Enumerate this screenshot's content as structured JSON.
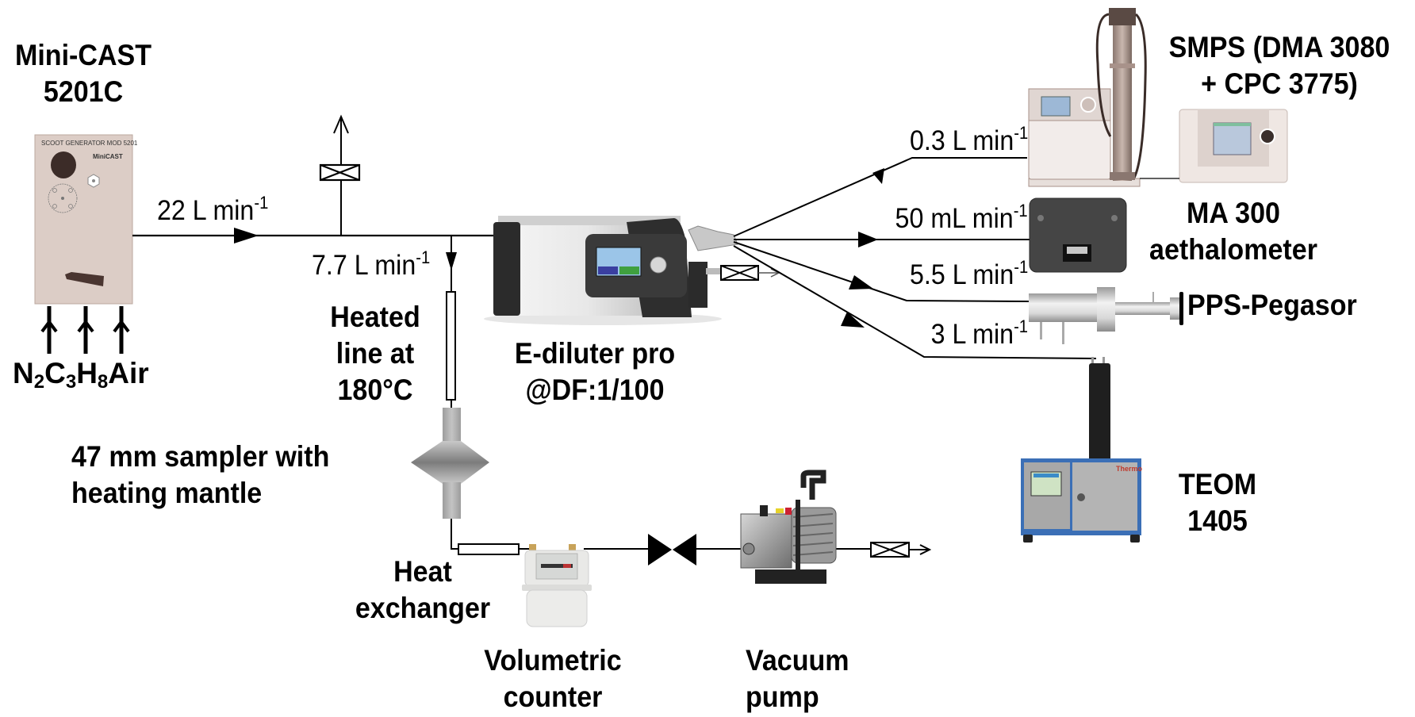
{
  "diagram": {
    "title": "Experimental setup schematic",
    "components": {
      "minicast": {
        "label_line1": "Mini-CAST",
        "label_line2": "5201C",
        "panel_text": "SCOOT GENERATOR MOD 5201",
        "panel_brand": "MiniCAST",
        "color": "#dccdc6"
      },
      "gases": [
        {
          "symbol": "N",
          "sub": "2"
        },
        {
          "symbol": "C",
          "sub": "3"
        },
        {
          "symbol": "H",
          "sub": "8"
        },
        {
          "symbol": "Air",
          "sub": ""
        }
      ],
      "heated_line": {
        "line1": "Heated",
        "line2": "line at",
        "line3": "180°C"
      },
      "sampler": {
        "line1": "47 mm sampler with",
        "line2": "heating mantle"
      },
      "heat_exchanger": {
        "line1": "Heat",
        "line2": "exchanger"
      },
      "volumetric_counter": {
        "line1": "Volumetric",
        "line2": "counter"
      },
      "vacuum_pump": {
        "line1": "Vacuum",
        "line2": "pump"
      },
      "ediluter": {
        "line1": "E-diluter pro",
        "line2": "@DF:1/100",
        "display_button_left_color": "#3a3fa0",
        "display_button_right_color": "#3fa03f"
      },
      "smps": {
        "line1": "SMPS (DMA 3080",
        "line2": "+ CPC 3775)"
      },
      "ma300": {
        "line1": "MA 300",
        "line2": "aethalometer"
      },
      "pps": {
        "label": "PPS-Pegasor"
      },
      "teom": {
        "line1": "TEOM",
        "line2": "1405",
        "brand": "Thermo",
        "brand_color": "#c0392b",
        "body_color": "#3b6fb6"
      }
    },
    "flows": {
      "source": {
        "value": "22",
        "unit": "L min",
        "exp": "-1"
      },
      "sampler_branch": {
        "value": "7.7",
        "unit": "L min",
        "exp": "-1"
      },
      "smps": {
        "value": "0.3",
        "unit": "L min",
        "exp": "-1"
      },
      "ma300": {
        "value": "50",
        "unit": "mL min",
        "exp": "-1"
      },
      "pps": {
        "value": "5.5",
        "unit": "L min",
        "exp": "-1"
      },
      "teom": {
        "value": "3",
        "unit": "L min",
        "exp": "-1"
      }
    }
  }
}
